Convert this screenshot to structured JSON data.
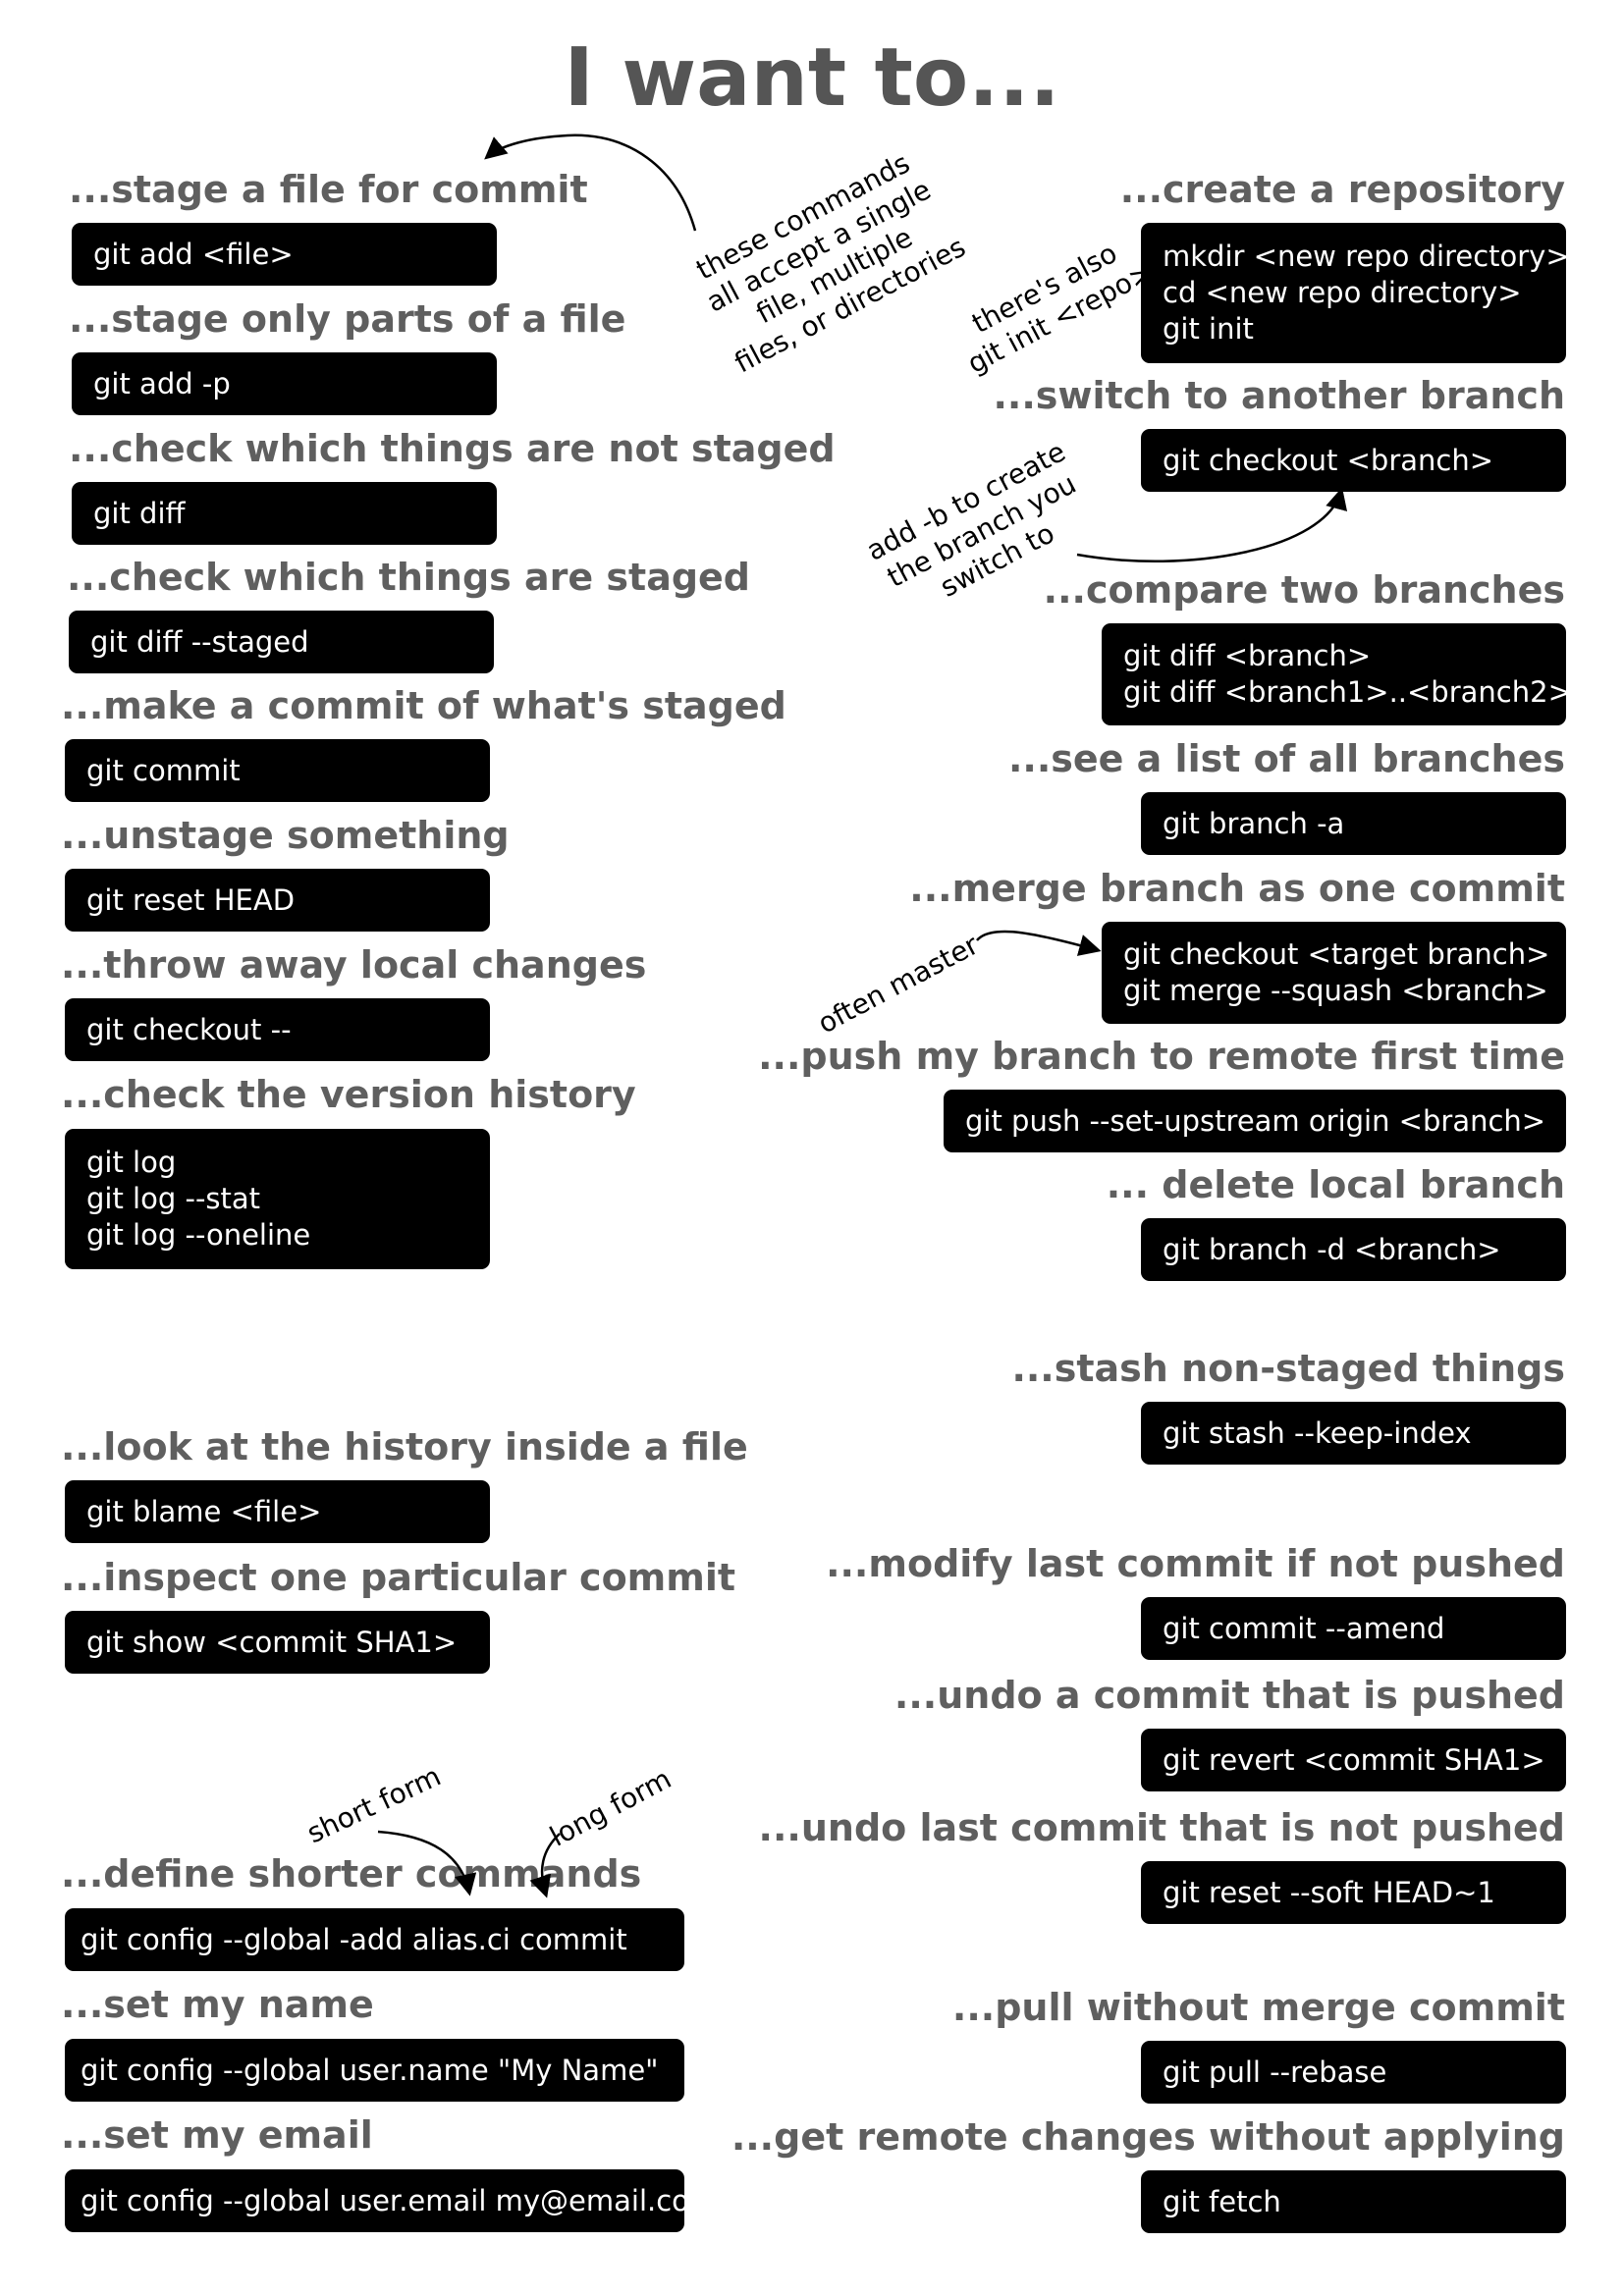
{
  "title": "I want to...",
  "left": [
    {
      "heading": "...stage a file for commit",
      "commands": [
        "git add <file>"
      ]
    },
    {
      "heading": "...stage only parts of a file",
      "commands": [
        "git add -p"
      ]
    },
    {
      "heading": "...check which things are not staged",
      "commands": [
        "git diff"
      ]
    },
    {
      "heading": "...check which things are staged",
      "commands": [
        "git diff --staged"
      ]
    },
    {
      "heading": "...make a commit of what's staged",
      "commands": [
        "git commit"
      ]
    },
    {
      "heading": "...unstage something",
      "commands": [
        "git reset HEAD"
      ]
    },
    {
      "heading": "...throw away local changes",
      "commands": [
        "git checkout --"
      ]
    },
    {
      "heading": "...check the version history",
      "commands": [
        "git log",
        "git log --stat",
        "git log --oneline"
      ]
    },
    {
      "heading": "...look at the history inside a file",
      "commands": [
        "git blame <file>"
      ]
    },
    {
      "heading": "...inspect one particular commit",
      "commands": [
        "git show <commit SHA1>"
      ]
    },
    {
      "heading": "...define shorter commands",
      "commands": [
        "git config --global -add alias.ci commit"
      ]
    },
    {
      "heading": "...set my name",
      "commands": [
        "git config --global user.name \"My Name\""
      ]
    },
    {
      "heading": "...set my email",
      "commands": [
        "git config --global user.email my@email.com"
      ]
    }
  ],
  "right": [
    {
      "heading": "...create a repository",
      "commands": [
        "mkdir <new repo directory>",
        "cd <new repo directory>",
        "git init"
      ]
    },
    {
      "heading": "...switch to another branch",
      "commands": [
        "git checkout <branch>"
      ]
    },
    {
      "heading": "...compare two branches",
      "commands": [
        "git diff <branch>",
        "git diff <branch1>..<branch2>"
      ]
    },
    {
      "heading": "...see a list of all branches",
      "commands": [
        "git branch -a"
      ]
    },
    {
      "heading": "...merge branch as one commit",
      "commands": [
        "git checkout <target branch>",
        "git merge --squash <branch>"
      ]
    },
    {
      "heading": "...push my branch to remote first time",
      "commands": [
        "git push --set-upstream origin <branch>"
      ]
    },
    {
      "heading": "... delete local branch",
      "commands": [
        "git branch -d <branch>"
      ]
    },
    {
      "heading": "...stash non-staged things",
      "commands": [
        "git stash --keep-index"
      ]
    },
    {
      "heading": "...modify last commit if not pushed",
      "commands": [
        "git commit --amend"
      ]
    },
    {
      "heading": "...undo a commit that is pushed",
      "commands": [
        "git revert <commit SHA1>"
      ]
    },
    {
      "heading": "...undo last commit that is not pushed",
      "commands": [
        "git reset --soft HEAD~1"
      ]
    },
    {
      "heading": "...pull without merge commit",
      "commands": [
        "git pull --rebase"
      ]
    },
    {
      "heading": "...get remote changes without applying",
      "commands": [
        "git fetch"
      ]
    }
  ],
  "annotations": {
    "single_file": [
      "these commands",
      "all accept a single",
      "file, multiple",
      "files, or directories"
    ],
    "git_init": [
      "there's also",
      "git init <repo>"
    ],
    "checkout_b": [
      "add -b to create",
      "the branch you",
      "switch to"
    ],
    "often_master": [
      "often master"
    ],
    "short_form": [
      "short form"
    ],
    "long_form": [
      "long form"
    ]
  },
  "colors": {
    "heading": "#5f5f5f",
    "title": "#555555",
    "box": "#000000",
    "box_text": "#ffffff"
  }
}
